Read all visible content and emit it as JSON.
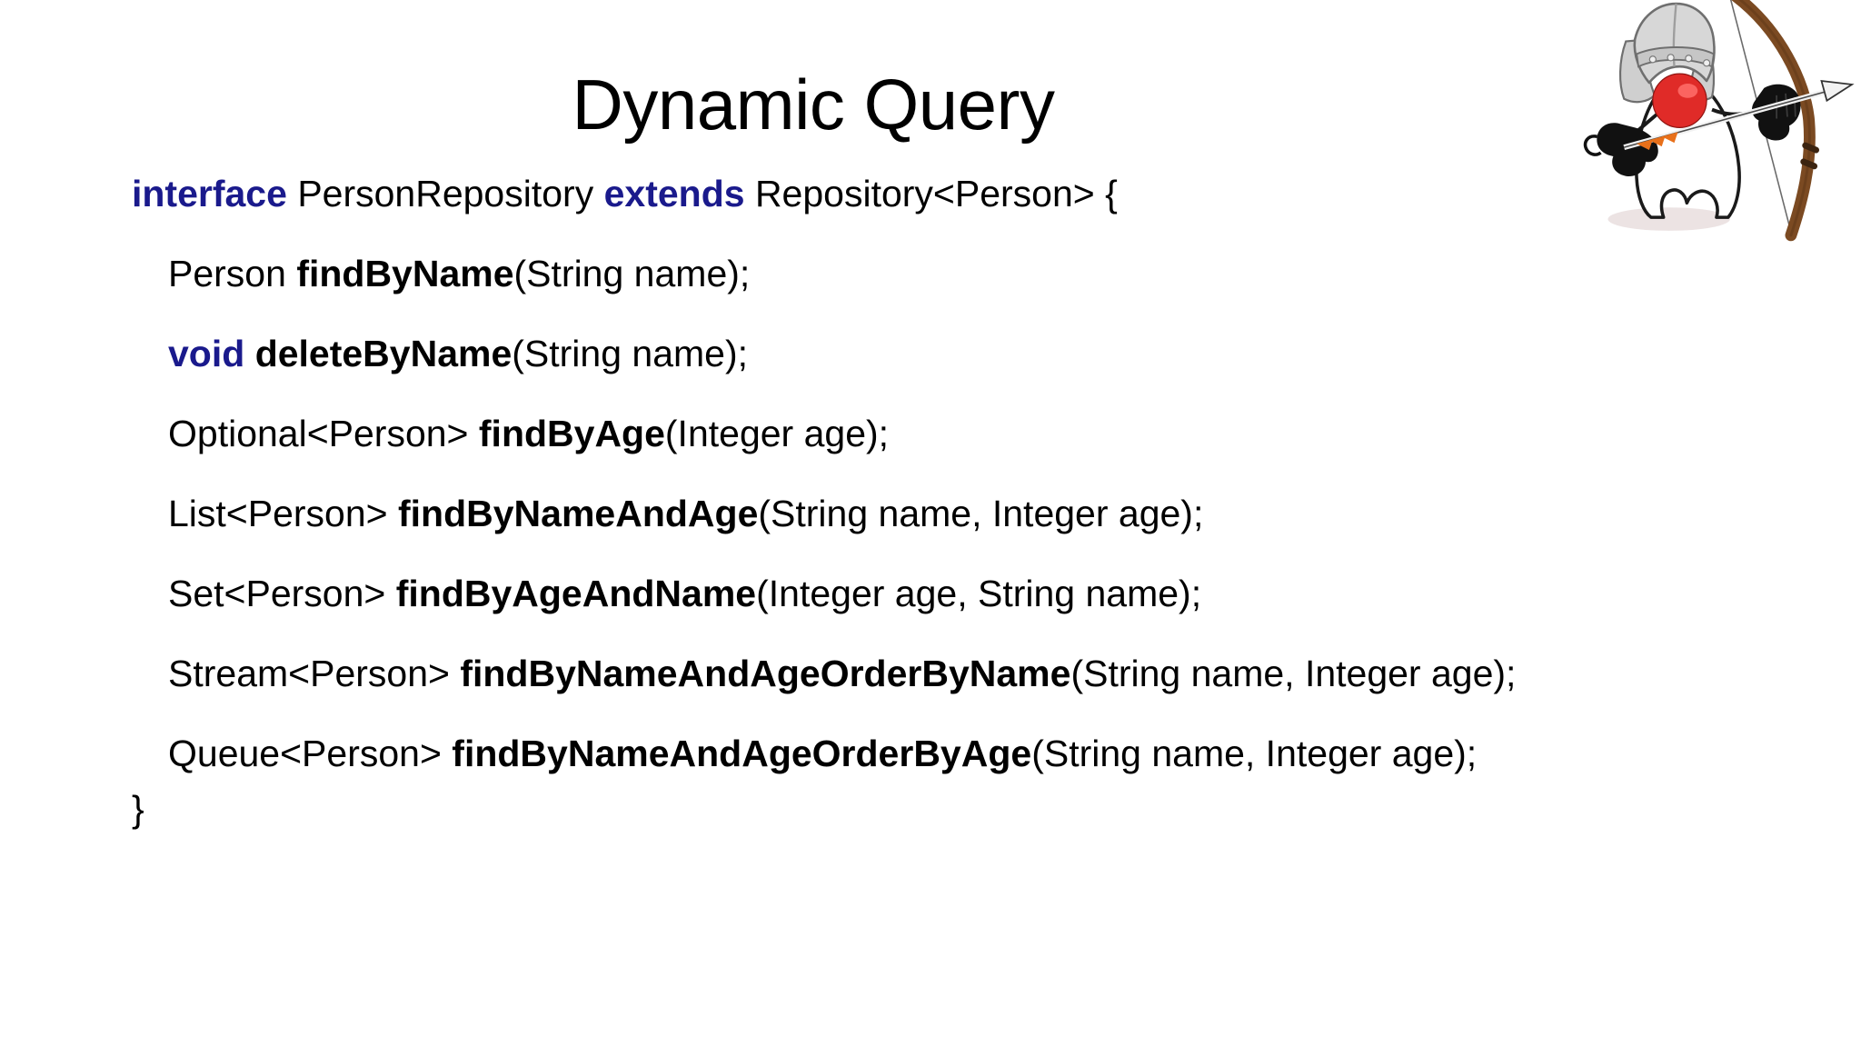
{
  "slide": {
    "title": "Dynamic Query",
    "background_color": "#ffffff",
    "keyword_color": "#1a1a8c",
    "text_color": "#000000"
  },
  "code": {
    "header": {
      "keyword_interface": "interface",
      "type_name": " PersonRepository ",
      "keyword_extends": "extends",
      "supertype": " Repository<Person> {"
    },
    "methods": [
      {
        "return_type": "Person ",
        "return_type_is_keyword": false,
        "method_name": "findByName",
        "params": "(String name);"
      },
      {
        "return_type": "void",
        "return_type_is_keyword": true,
        "method_name": " deleteByName",
        "params": "(String name);"
      },
      {
        "return_type": "Optional<Person> ",
        "return_type_is_keyword": false,
        "method_name": "findByAge",
        "params": "(Integer age);"
      },
      {
        "return_type": "List<Person> ",
        "return_type_is_keyword": false,
        "method_name": "findByNameAndAge",
        "params": "(String name, Integer age);"
      },
      {
        "return_type": "Set<Person> ",
        "return_type_is_keyword": false,
        "method_name": "findByAgeAndName",
        "params": "(Integer age, String name);"
      },
      {
        "return_type": "Stream<Person> ",
        "return_type_is_keyword": false,
        "method_name": "findByNameAndAgeOrderByName",
        "params": "(String name, Integer age);"
      },
      {
        "return_type": "Queue<Person> ",
        "return_type_is_keyword": false,
        "method_name": "findByNameAndAgeOrderByAge",
        "params": "(String name, Integer age);"
      }
    ],
    "closing_brace": "}"
  },
  "mascot": {
    "name": "duke-archer-icon",
    "colors": {
      "head": "#e02b28",
      "head_highlight": "#ff6f6a",
      "helmet": "#d7d7d7",
      "helmet_shade": "#a8a8a8",
      "body": "#ffffff",
      "outline": "#1a1a1a",
      "gloves": "#111111",
      "bow": "#7b4a22",
      "bow_dark": "#4e2d12",
      "fletching": "#e8701a",
      "arrow_shaft": "#f2f2f2",
      "shadow": "#e6dada"
    }
  }
}
